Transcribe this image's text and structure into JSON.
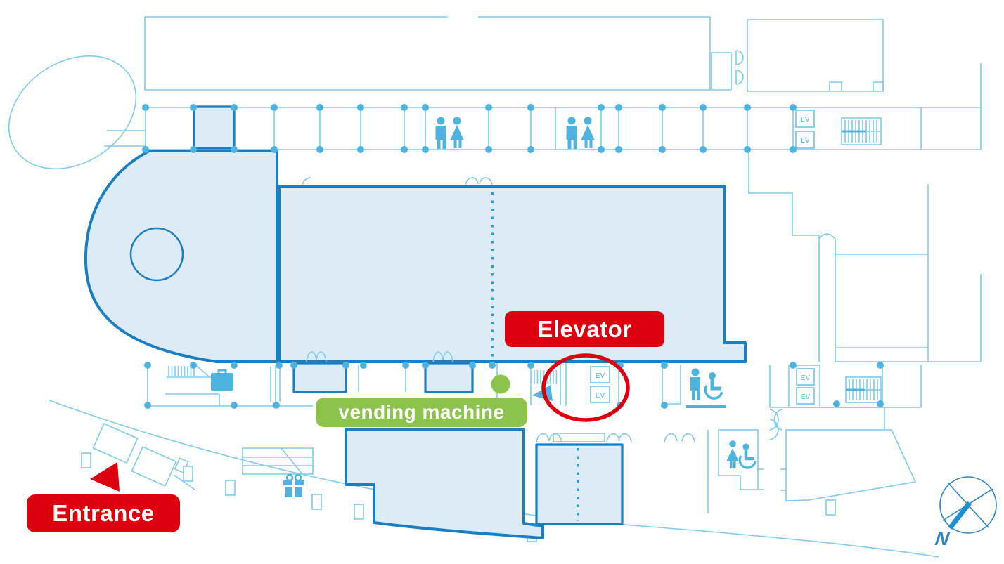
{
  "map": {
    "labels": {
      "elevator": "Elevator",
      "vending_machine": "vending machine",
      "entrance": "Entrance"
    },
    "ev_label": "EV",
    "compass": {
      "north_label": "N"
    },
    "annotations": {
      "elevator_highlight": "red ellipse around elevator shafts",
      "entrance_arrow": "red triangle pointing left toward entrance",
      "vending_machine_marker": "green dot at vending machine location"
    },
    "colors": {
      "outline_light": "#7FCCEA",
      "icon_blue": "#4FB3DF",
      "wall_dark": "#1B7EC2",
      "room_fill": "#DCEBF5",
      "dotted_blue": "#2F9CD8",
      "annotation_red": "#DC000F",
      "annotation_green": "#8BC34C",
      "compass_ring": "#2E86C8",
      "compass_needle": "#1E8FD2",
      "label_text": "#FFFFFF"
    },
    "icons": [
      "restroom-men-women-icon",
      "accessible-restroom-icon",
      "elevator-ev-icon",
      "stairs-icon",
      "coin-locker-icon",
      "gift-shop-icon",
      "compass-icon",
      "entrance-arrow-icon",
      "vending-machine-dot-icon"
    ]
  }
}
